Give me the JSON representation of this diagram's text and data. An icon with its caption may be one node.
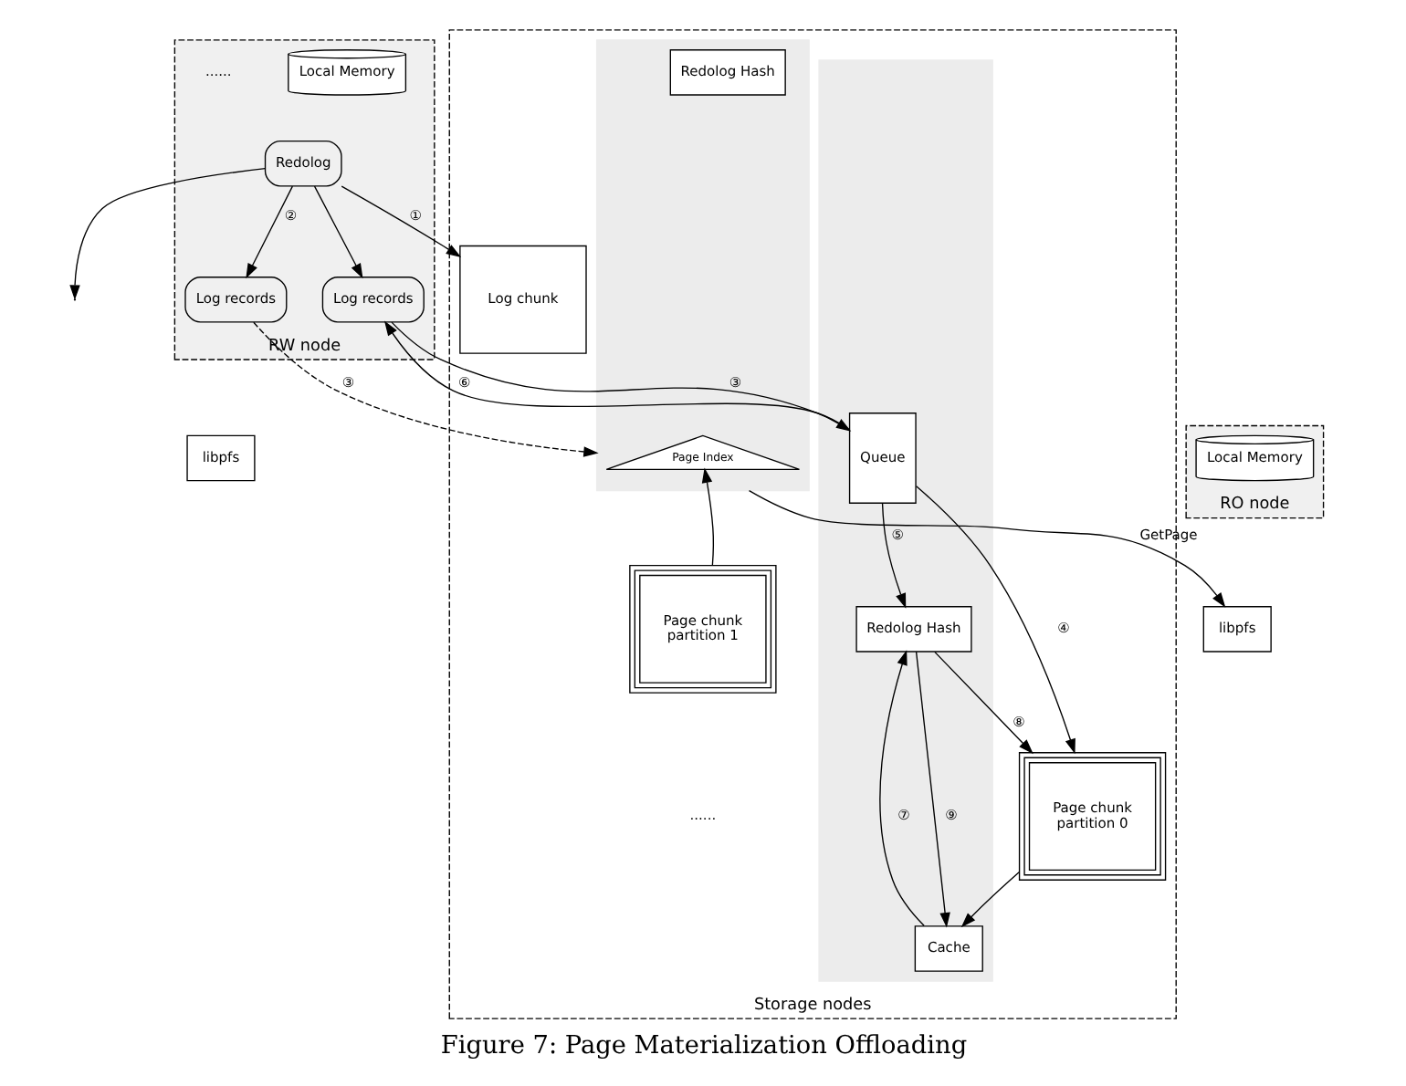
{
  "diagram": {
    "caption": "Figure 7: Page Materialization Offloading",
    "nodes": [
      {
        "text": [
          "RW node"
        ]
      },
      {
        "text": [
          "Local Memory"
        ],
        "in": 0
      },
      {
        "text": [
          "Log records"
        ],
        "in": 0
      },
      {
        "text": [
          "Redolog"
        ],
        "in": 0
      },
      {
        "text": [
          "Log records"
        ],
        "in": 0
      },
      {
        "text": [
          "libpfs"
        ]
      },
      {
        "text": [
          "RO node"
        ]
      },
      {
        "text": [
          "Local Memory"
        ],
        "in": 6
      },
      {
        "text": [
          "libpfs"
        ]
      },
      {
        "text": [
          "Storage nodes"
        ]
      },
      {
        "text": [],
        "shape": "box",
        "in": 9
      },
      {
        "text": [
          "Queue"
        ],
        "in": 10
      },
      {
        "text": [
          "Redolog Hash"
        ],
        "in": 10
      },
      {
        "text": [
          "Cache"
        ],
        "in": 10
      },
      {
        "text": [],
        "shape": "box",
        "in": 9
      },
      {
        "text": [
          "Page Index"
        ],
        "in": 14
      },
      {
        "text": [
          "Redolog Hash"
        ],
        "in": 14
      },
      {
        "text": [
          "Log chunk"
        ],
        "in": 9
      },
      {
        "text": [
          "Page chunk",
          "partition 0"
        ],
        "in": 9
      },
      {
        "text": [
          "Page chunk",
          "partition 1"
        ],
        "in": 9
      }
    ],
    "edges": [
      {
        "from": 3,
        "to": 2,
        "arrow": "to",
        "label": "②"
      },
      {
        "from": 3,
        "to": 4,
        "arrow": "to"
      },
      {
        "from": 3,
        "to": null,
        "arrow": "to"
      },
      {
        "from": 3,
        "to": 17,
        "arrow": "to",
        "label": "①"
      },
      {
        "from": 2,
        "to": 14,
        "arrow": "to",
        "label": "③",
        "style": "dashed"
      },
      {
        "from": 4,
        "to": 11,
        "arrow": "to",
        "label": "③"
      },
      {
        "from": 11,
        "to": 4,
        "arrow": "to",
        "label": "⑥"
      },
      {
        "from": 11,
        "to": 12,
        "arrow": "to",
        "label": "⑤"
      },
      {
        "from": 11,
        "to": 18,
        "arrow": "to",
        "label": "④"
      },
      {
        "from": 13,
        "to": 12,
        "arrow": "to",
        "label": "⑦"
      },
      {
        "from": 12,
        "to": 18,
        "arrow": "to",
        "label": "⑧"
      },
      {
        "from": 18,
        "to": 13,
        "arrow": "to"
      },
      {
        "from": 12,
        "to": 13,
        "arrow": "to",
        "label": "⑨"
      },
      {
        "from": 19,
        "to": 15,
        "arrow": "to"
      },
      {
        "from": 14,
        "to": 8,
        "arrow": "to",
        "label": "GetPage"
      }
    ],
    "labels": [
      "......",
      "......"
    ]
  }
}
